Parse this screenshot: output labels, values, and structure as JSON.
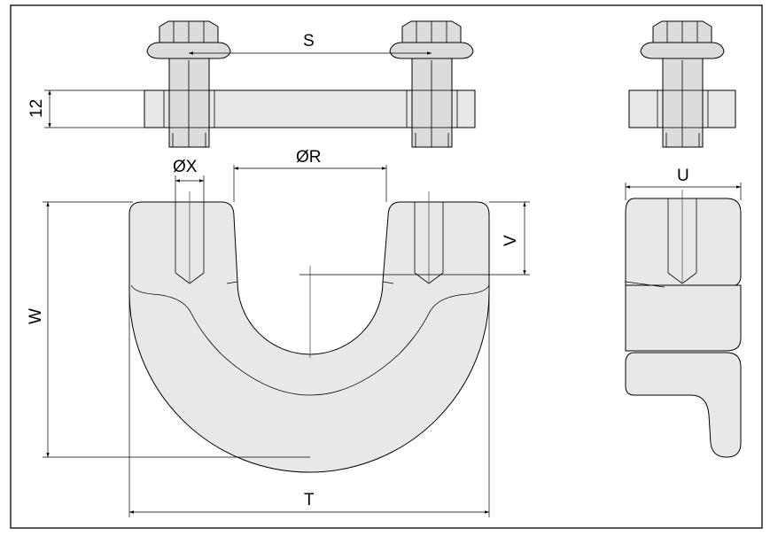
{
  "dimensions": {
    "s": "S",
    "twelve": "12",
    "x": "ØX",
    "r": "ØR",
    "v": "V",
    "w": "W",
    "t": "T",
    "u": "U"
  },
  "colors": {
    "part_fill": "#e8e8e8",
    "bolt_fill": "#dcdcdc",
    "line": "#000000",
    "frame": "#000000"
  }
}
